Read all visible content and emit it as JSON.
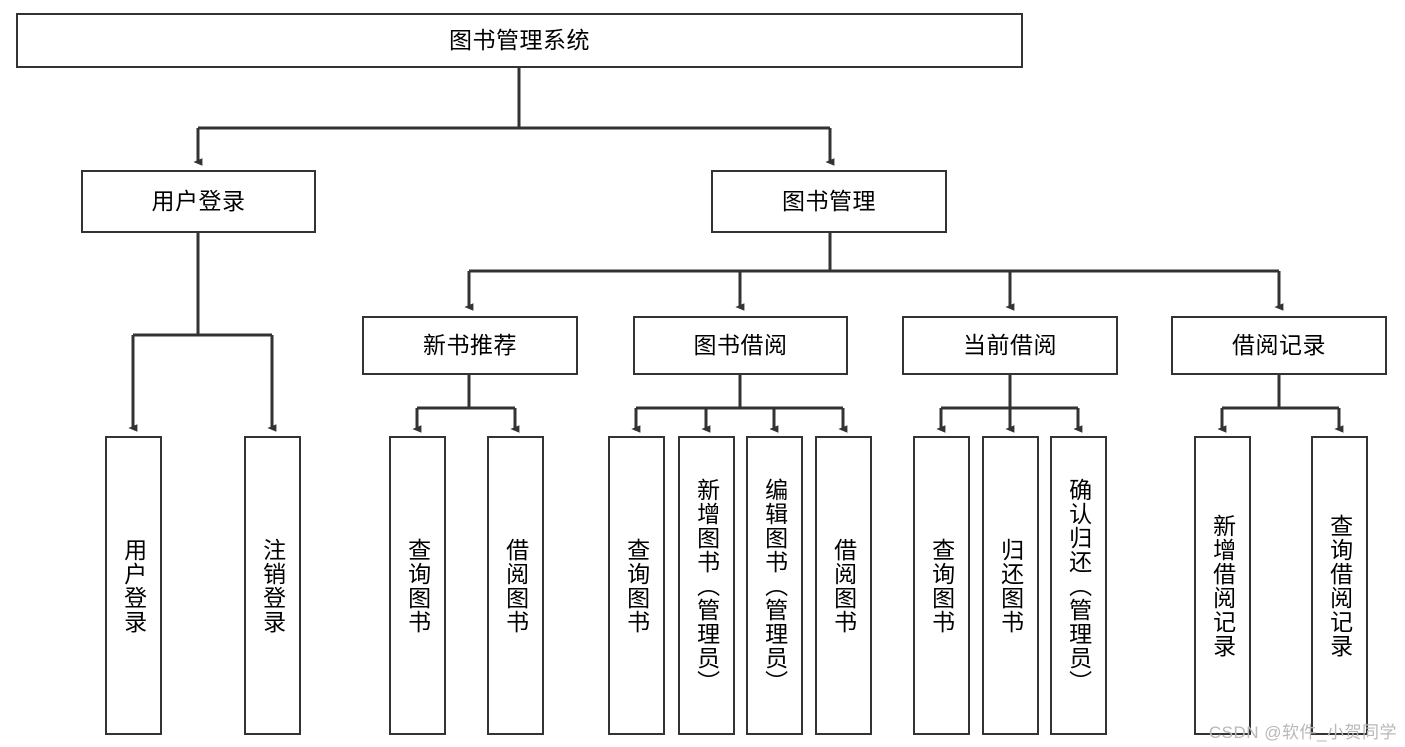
{
  "diagram": {
    "type": "tree",
    "title_node": "图书管理系统",
    "colors": {
      "border": "#333333",
      "background": "#ffffff",
      "text": "#000000",
      "watermark": "#b8b8b8"
    },
    "root": {
      "label": "图书管理系统"
    },
    "level2": [
      {
        "label": "用户登录"
      },
      {
        "label": "图书管理"
      }
    ],
    "level3": [
      {
        "label": "新书推荐"
      },
      {
        "label": "图书借阅"
      },
      {
        "label": "当前借阅"
      },
      {
        "label": "借阅记录"
      }
    ],
    "leaves": {
      "user_login": [
        {
          "label": "用户登录"
        },
        {
          "label": "注销登录"
        }
      ],
      "new_book": [
        {
          "label": "查询图书"
        },
        {
          "label": "借阅图书"
        }
      ],
      "book_borrow": [
        {
          "label": "查询图书"
        },
        {
          "label": "新增图书（管理员）"
        },
        {
          "label": "编辑图书（管理员）"
        },
        {
          "label": "借阅图书"
        }
      ],
      "current_borrow": [
        {
          "label": "查询图书"
        },
        {
          "label": "归还图书"
        },
        {
          "label": "确认归还（管理员）"
        }
      ],
      "borrow_record": [
        {
          "label": "新增借阅记录"
        },
        {
          "label": "查询借阅记录"
        }
      ]
    }
  },
  "watermark": {
    "text": "CSDN @软件_小贺同学"
  }
}
